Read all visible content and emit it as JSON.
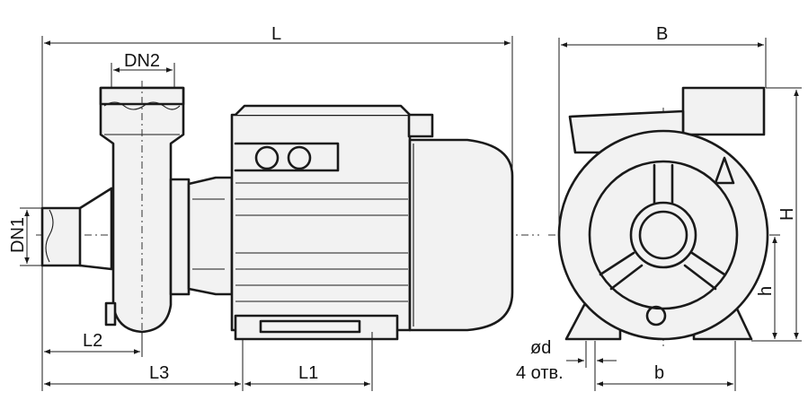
{
  "labels": {
    "L": "L",
    "B": "B",
    "DN2": "DN2",
    "DN1": "DN1",
    "H": "H",
    "h": "h",
    "L1": "L1",
    "L2": "L2",
    "L3": "L3",
    "d": "ød",
    "holes": "4 отв.",
    "b": "b"
  }
}
